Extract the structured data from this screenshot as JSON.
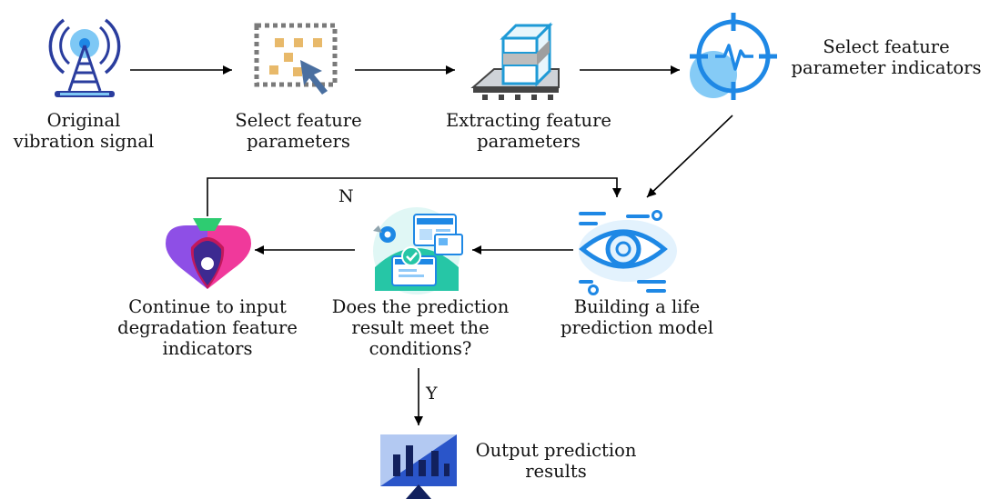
{
  "nodes": {
    "original_signal": {
      "lines": [
        "Original",
        "vibration signal"
      ],
      "icon": "signal-tower-icon"
    },
    "select_params": {
      "lines": [
        "Select feature",
        "parameters"
      ],
      "icon": "select-grid-cursor-icon"
    },
    "extract_params": {
      "lines": [
        "Extracting feature",
        "parameters"
      ],
      "icon": "stacked-cube-icon"
    },
    "select_indicators": {
      "lines": [
        "Select feature",
        "parameter indicators"
      ],
      "icon": "target-pulse-icon"
    },
    "build_model": {
      "lines": [
        "Building a life",
        "prediction model"
      ],
      "icon": "eye-scan-icon"
    },
    "check_result": {
      "lines": [
        "Does the prediction",
        "result meet the",
        "conditions?"
      ],
      "icon": "dashboard-check-icon"
    },
    "continue_input": {
      "lines": [
        "Continue to input",
        "degradation feature",
        "indicators"
      ],
      "icon": "colorful-heart-pin-icon"
    },
    "output_results": {
      "lines": [
        "Output prediction",
        "results"
      ],
      "icon": "bar-chart-monitor-icon"
    }
  },
  "edges": {
    "no_label": "N",
    "yes_label": "Y"
  },
  "colors": {
    "arrow": "#000000",
    "blue": "#1e88e5",
    "navy": "#1a237e",
    "orange": "#e8b96a",
    "gray": "#7a7a7a"
  }
}
